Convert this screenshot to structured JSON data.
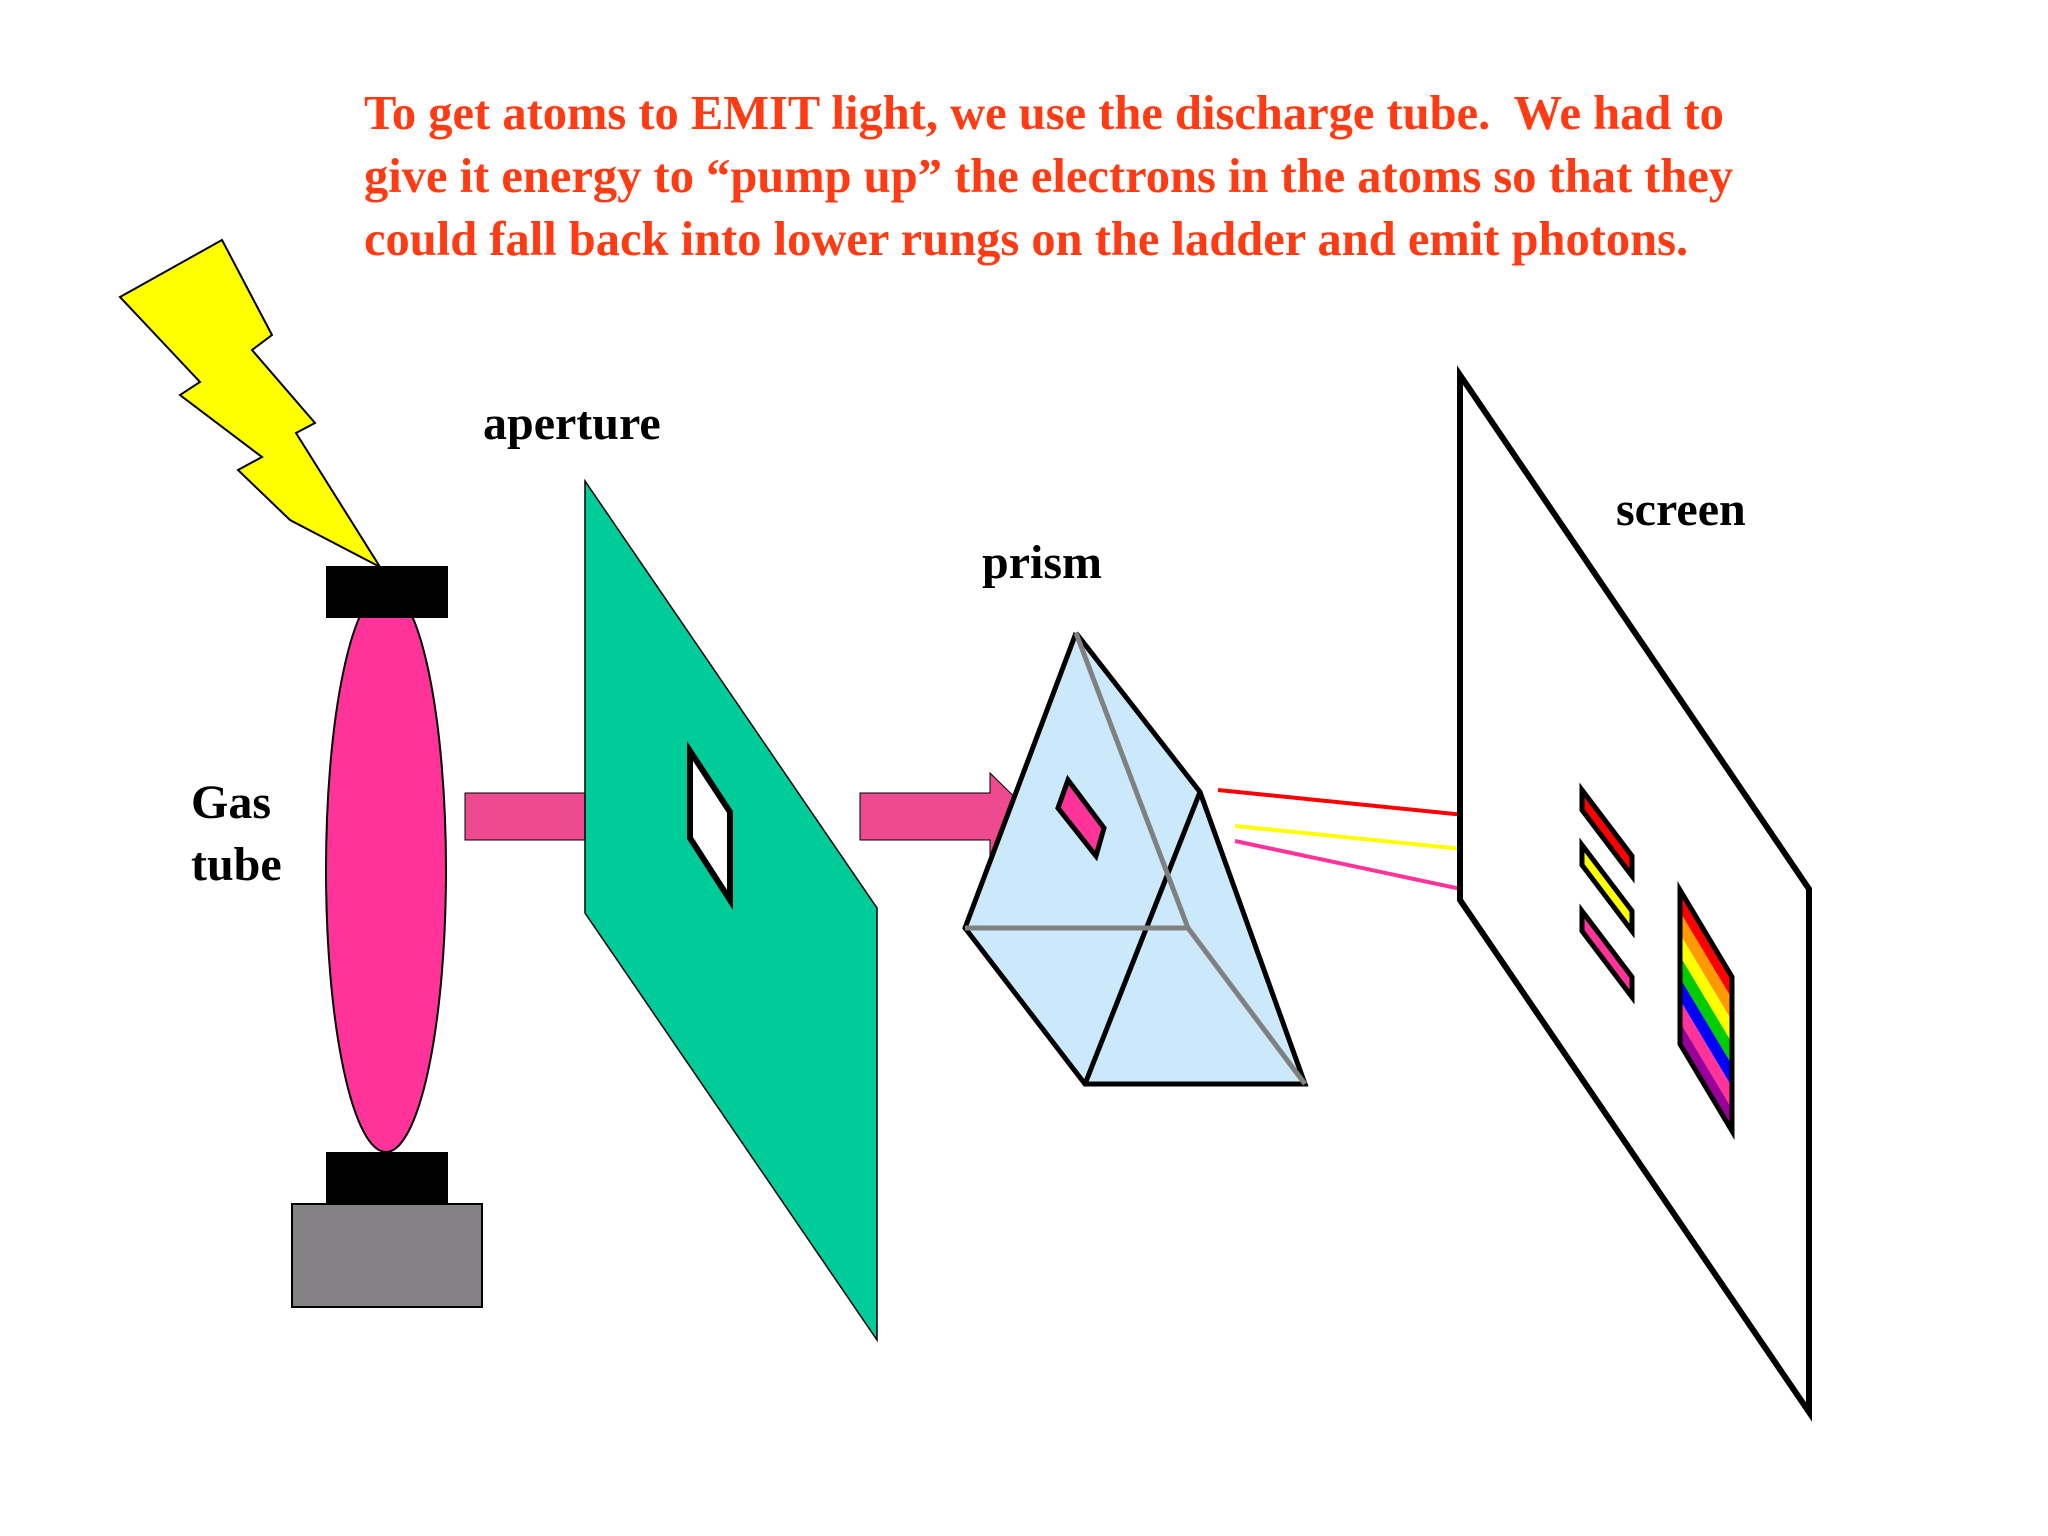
{
  "heading": {
    "lines": [
      "To get atoms to EMIT light, we use the discharge tube.  We had to",
      "give it energy to “pump up” the electrons in the atoms so that they",
      "could fall back into lower rungs on the ladder and emit photons."
    ]
  },
  "labels": {
    "gas_tube_line1": "Gas",
    "gas_tube_line2": "tube",
    "aperture": "aperture",
    "prism": "prism",
    "screen": "screen"
  },
  "colors": {
    "heading": "#ff3b14",
    "lightning": "#ffff00",
    "tube": "#ff3399",
    "tube_cap": "#000000",
    "tube_base": "#848284",
    "aperture_plate": "#00cc99",
    "beam_arrow": "#ee4a90",
    "prism_fill": "#cce8fb",
    "ray_red": "#ff0000",
    "ray_yellow": "#ffff00",
    "ray_pink": "#ff3399",
    "spectrum": [
      "#ff0000",
      "#ff9900",
      "#ffff00",
      "#00cc00",
      "#0000ff",
      "#ff3399",
      "#990099"
    ]
  }
}
